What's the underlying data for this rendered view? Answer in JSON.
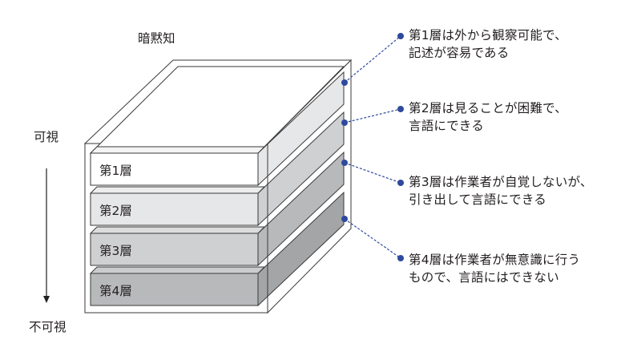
{
  "title": "暗黙知",
  "axis": {
    "top_label": "可視",
    "bottom_label": "不可視"
  },
  "layers": [
    {
      "label": "第1層",
      "front_color": "#ffffff",
      "side_color": "#e6e7e8",
      "top_color": "#f4f4f4"
    },
    {
      "label": "第2層",
      "front_color": "#e6e7e8",
      "side_color": "#cfd0d2",
      "top_color": "#ededee"
    },
    {
      "label": "第3層",
      "front_color": "#cfd0d2",
      "side_color": "#b8b9bb",
      "top_color": "#dcdcdd"
    },
    {
      "label": "第4層",
      "front_color": "#b8b9bb",
      "side_color": "#a4a5a7",
      "top_color": "#cbcccd"
    }
  ],
  "annotations": [
    {
      "line1": "第1層は外から観察可能で、",
      "line2": "記述が容易である"
    },
    {
      "line1": "第2層は見ることが困難で、",
      "line2": "言語にできる"
    },
    {
      "line1": "第3層は作業者が自覚しないが、",
      "line2": "引き出して言語にできる"
    },
    {
      "line1": "第4層は作業者が無意識に行う",
      "line2": "もので、言語にはできない"
    }
  ],
  "colors": {
    "accent": "#2e4a9e",
    "outline": "#3a3a3a"
  }
}
